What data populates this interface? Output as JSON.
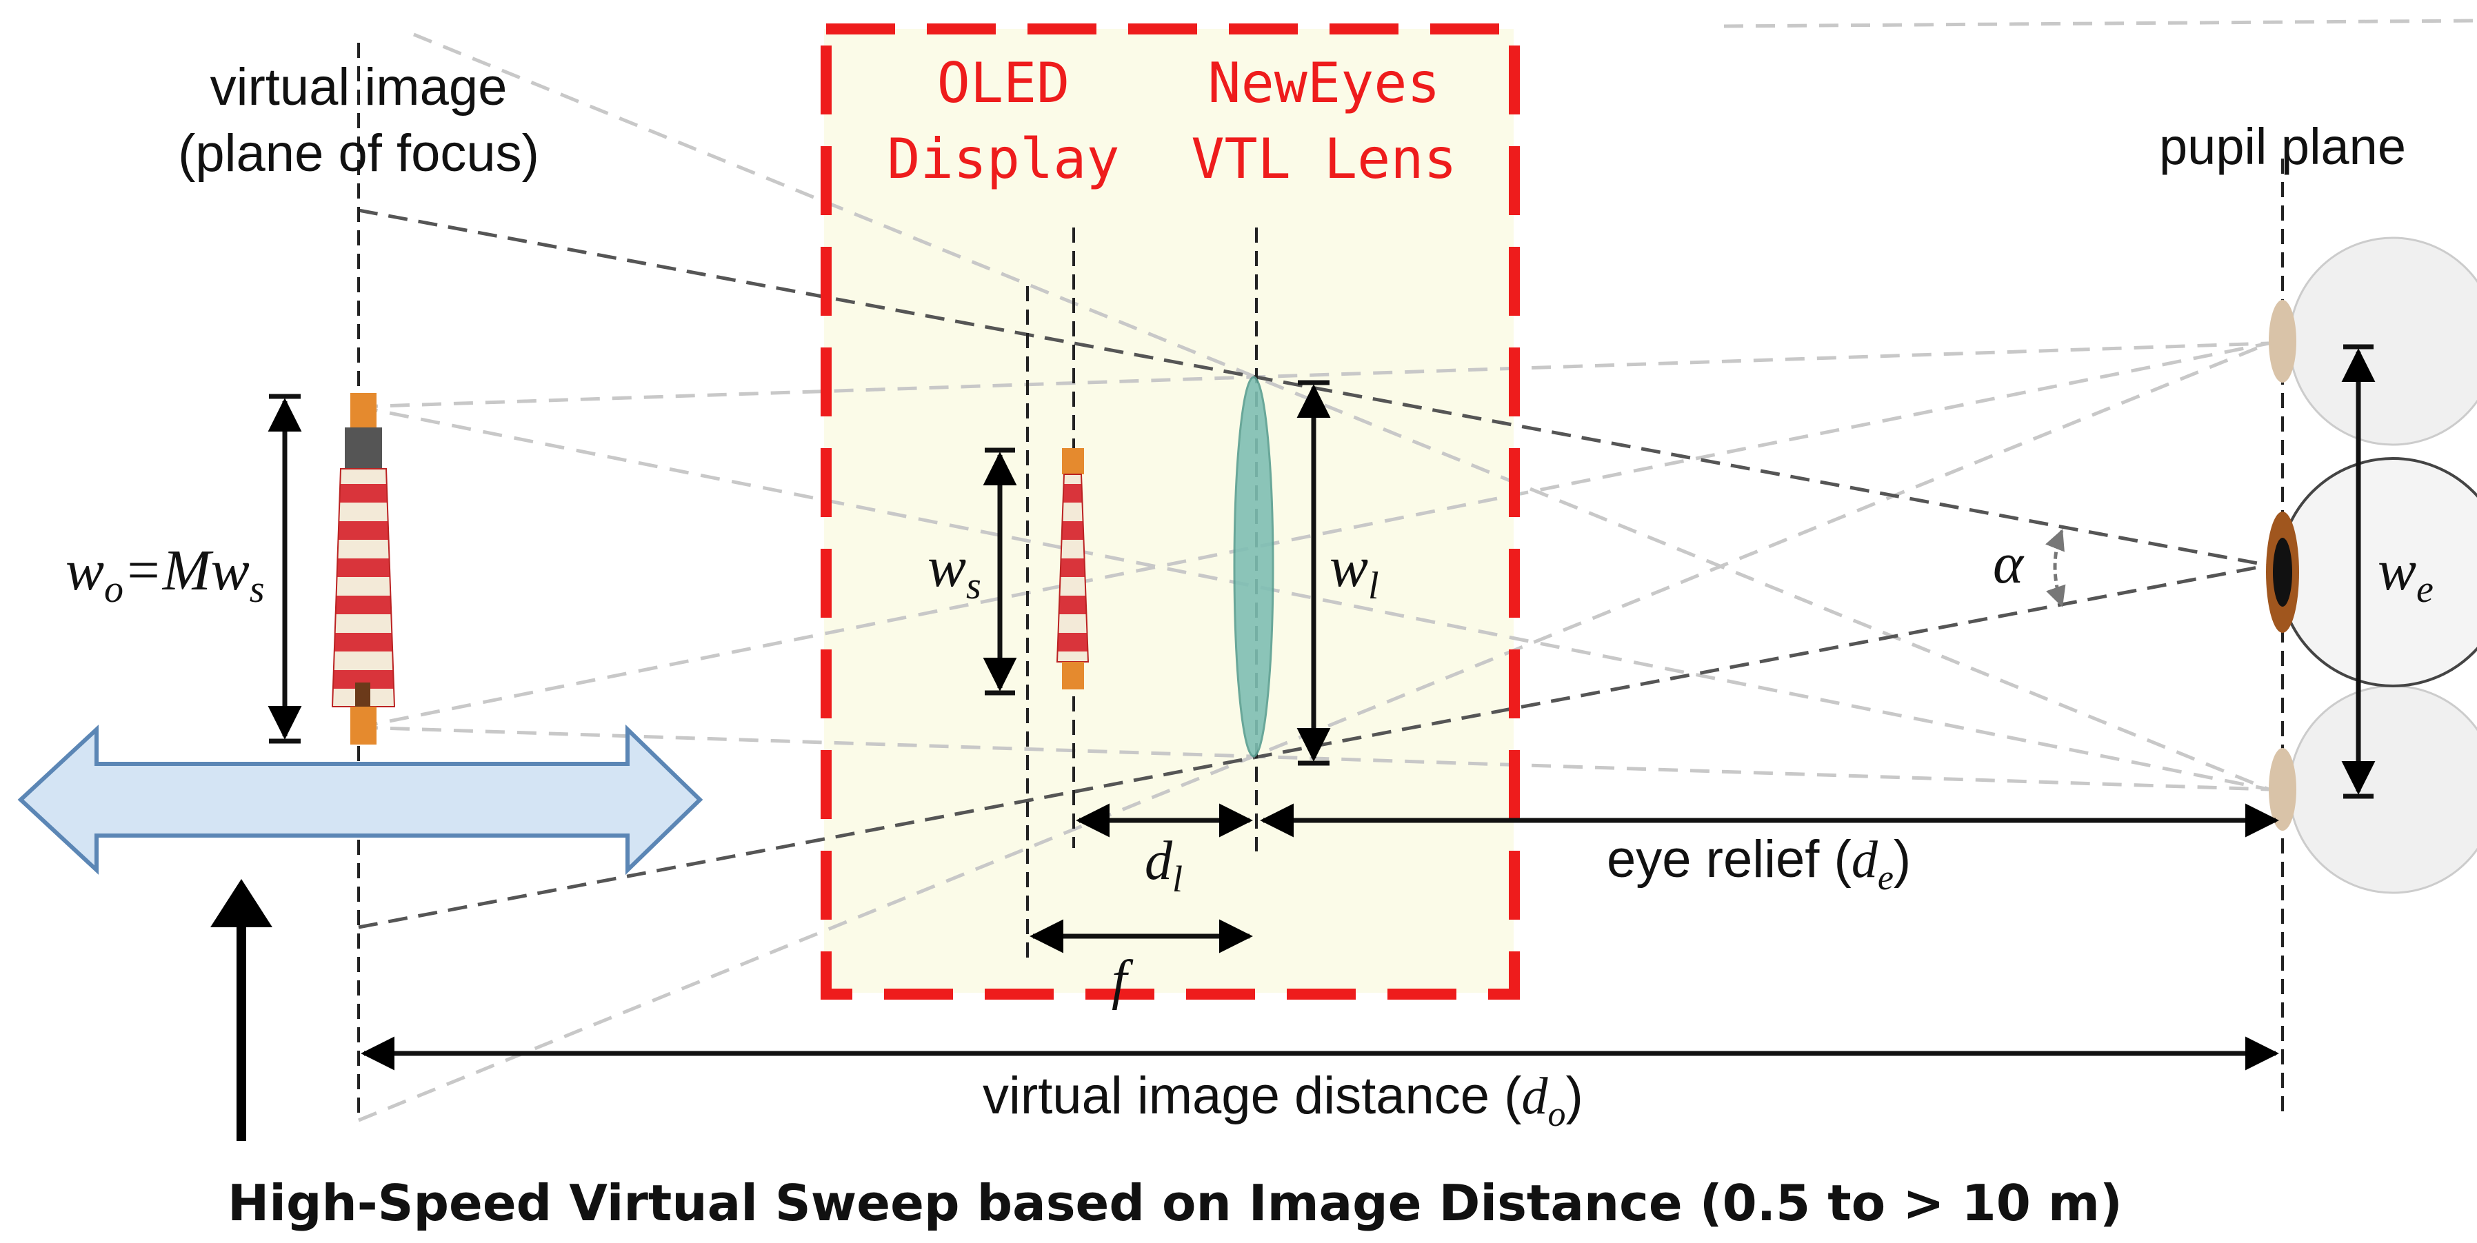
{
  "labels": {
    "virtual_image_line1": "virtual image",
    "virtual_image_line2": "(plane of focus)",
    "oled_line1": "OLED",
    "oled_line2": "Display",
    "lens_line1": "NewEyes",
    "lens_line2": "VTL Lens",
    "pupil_plane": "pupil plane",
    "wo_eq": "w",
    "wo_sub": "o",
    "eq_M": "=Mw",
    "ws_sub_after_M": "s",
    "ws_main": "w",
    "ws_sub": "s",
    "wl_main": "w",
    "wl_sub": "l",
    "we_main": "w",
    "we_sub": "e",
    "alpha": "α",
    "dl_main": "d",
    "dl_sub": "l",
    "f": "f",
    "eye_relief_prefix": "eye relief (",
    "eye_relief_var": "d",
    "eye_relief_sub": "e",
    "eye_relief_suffix": ")",
    "vid_prefix": "virtual image distance (",
    "vid_var": "d",
    "vid_sub": "o",
    "vid_suffix": ")",
    "caption": "High-Speed Virtual Sweep based on Image Distance (0.5 to > 10 m)"
  },
  "colors": {
    "red_box": "#ee1c1c",
    "box_fill": "#fbfbe8",
    "lens": "#7fbfb3",
    "arrow_fill": "#d4e4f4",
    "arrow_stroke": "#5b86b5",
    "ray_dark": "#555555",
    "ray_light": "#c8c8c8",
    "lighthouse_red": "#d9343b",
    "lighthouse_orange": "#e58a2e"
  },
  "icons": [
    "lighthouse-icon",
    "eye-icon",
    "double-arrow-icon",
    "up-arrow-icon"
  ]
}
